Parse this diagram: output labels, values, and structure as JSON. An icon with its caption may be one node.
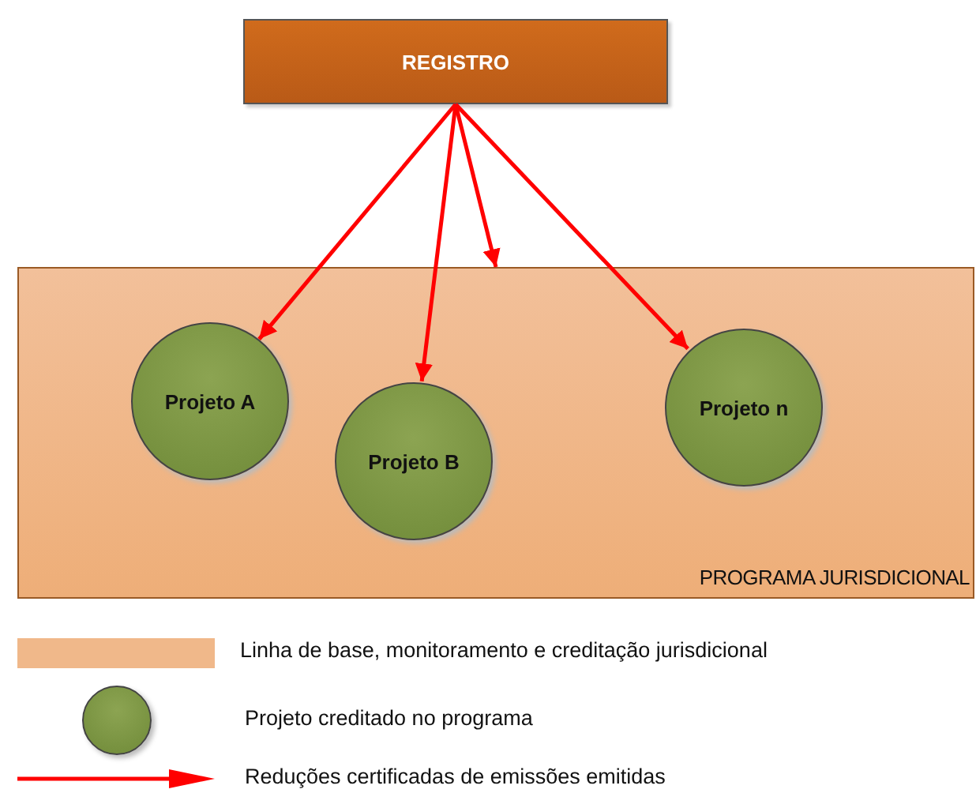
{
  "diagram": {
    "nodes": [
      {
        "text": [
          "REGISTRO"
        ]
      },
      {
        "text": [
          "PROGRAMA JURISDICIONAL"
        ]
      },
      {
        "text": [
          "Projeto A"
        ],
        "in": 1
      },
      {
        "text": [
          "Projeto B"
        ],
        "in": 1
      },
      {
        "text": [
          "Projeto n"
        ],
        "in": 1
      }
    ],
    "edges": [
      {
        "from": 0,
        "to": 2,
        "arrow": "to"
      },
      {
        "from": 0,
        "to": 3,
        "arrow": "to"
      },
      {
        "from": 0,
        "to": 1,
        "arrow": "to"
      },
      {
        "from": 0,
        "to": 4,
        "arrow": "to"
      }
    ],
    "legend": [
      {
        "text": "Linha de base, monitoramento e creditação jurisdicional",
        "color": "#f0b88a"
      },
      {
        "text": "Projeto creditado no programa"
      },
      {
        "text": "Reduções certificadas de emissões emitidas"
      }
    ]
  }
}
